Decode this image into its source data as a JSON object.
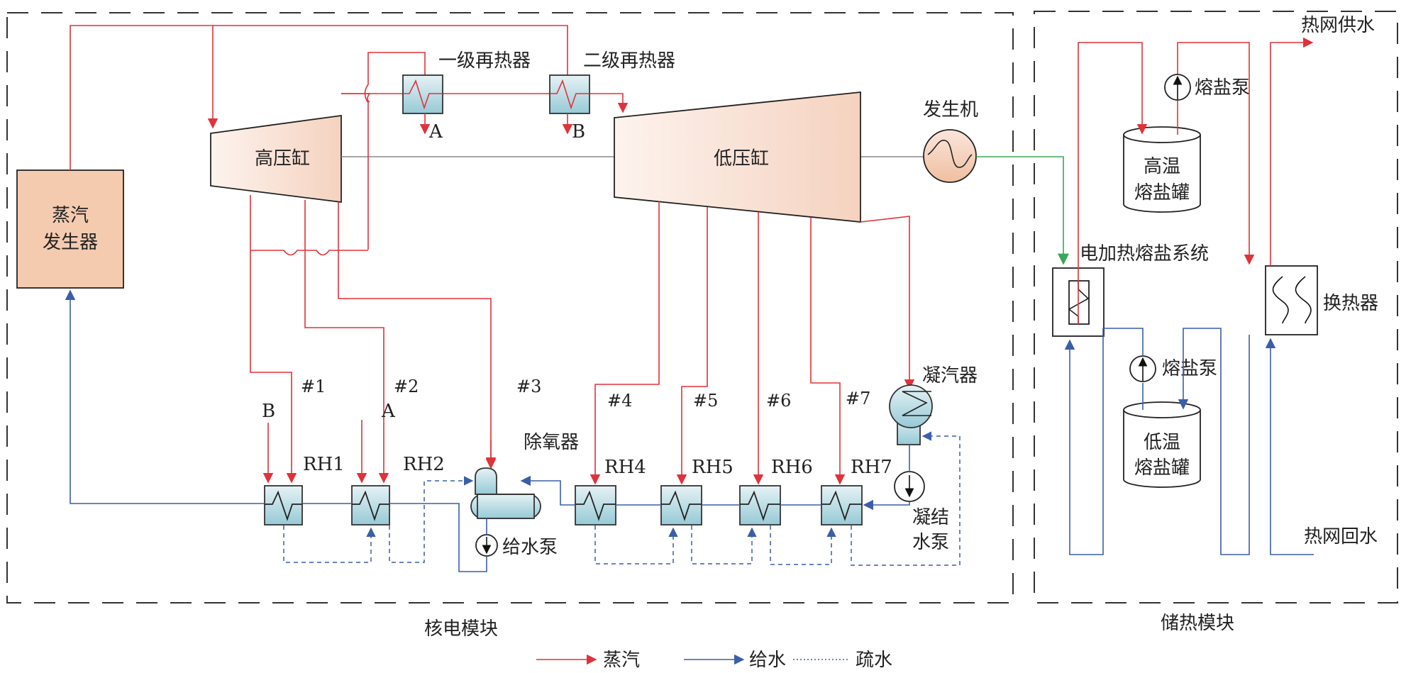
{
  "modules": {
    "nuclear": "核电模块",
    "storage": "储热模块"
  },
  "components": {
    "steam_generator_line1": "蒸汽",
    "steam_generator_line2": "发生器",
    "hp_cylinder": "高压缸",
    "lp_cylinder": "低压缸",
    "reheater1": "一级再热器",
    "reheater2": "二级再热器",
    "generator": "发生机",
    "condenser": "凝汽器",
    "deaerator": "除氧器",
    "feed_pump": "给水泵",
    "condensate_pump_line1": "凝结",
    "condensate_pump_line2": "水泵",
    "electric_heater": "电加热熔盐系统",
    "heat_exchanger": "换热器",
    "hot_tank_line1": "高温",
    "hot_tank_line2": "熔盐罐",
    "cold_tank_line1": "低温",
    "cold_tank_line2": "熔盐罐",
    "salt_pump_top": "熔盐泵",
    "salt_pump_bottom": "熔盐泵",
    "grid_supply": "热网供水",
    "grid_return": "热网回水"
  },
  "heaters": [
    "RH1",
    "RH2",
    "RH4",
    "RH5",
    "RH6",
    "RH7"
  ],
  "extractions": [
    "#1",
    "#2",
    "#3",
    "#4",
    "#5",
    "#6",
    "#7"
  ],
  "connectors": {
    "a_out": "A",
    "b_out": "B",
    "a_in": "A",
    "b_in": "B"
  },
  "legend": [
    {
      "label": "蒸汽",
      "type": "steam",
      "color": "#e0323a"
    },
    {
      "label": "给水",
      "type": "feedwater",
      "color": "#3a5fa8"
    },
    {
      "label": "疏水",
      "type": "drain",
      "color": "#3a5fa8"
    }
  ],
  "colors": {
    "steam": "#e0323a",
    "feedwater": "#3a5fa8",
    "power": "#3aa65a",
    "component_fill": "#f5cbb0",
    "heater_fill": "#a4d2dc"
  }
}
